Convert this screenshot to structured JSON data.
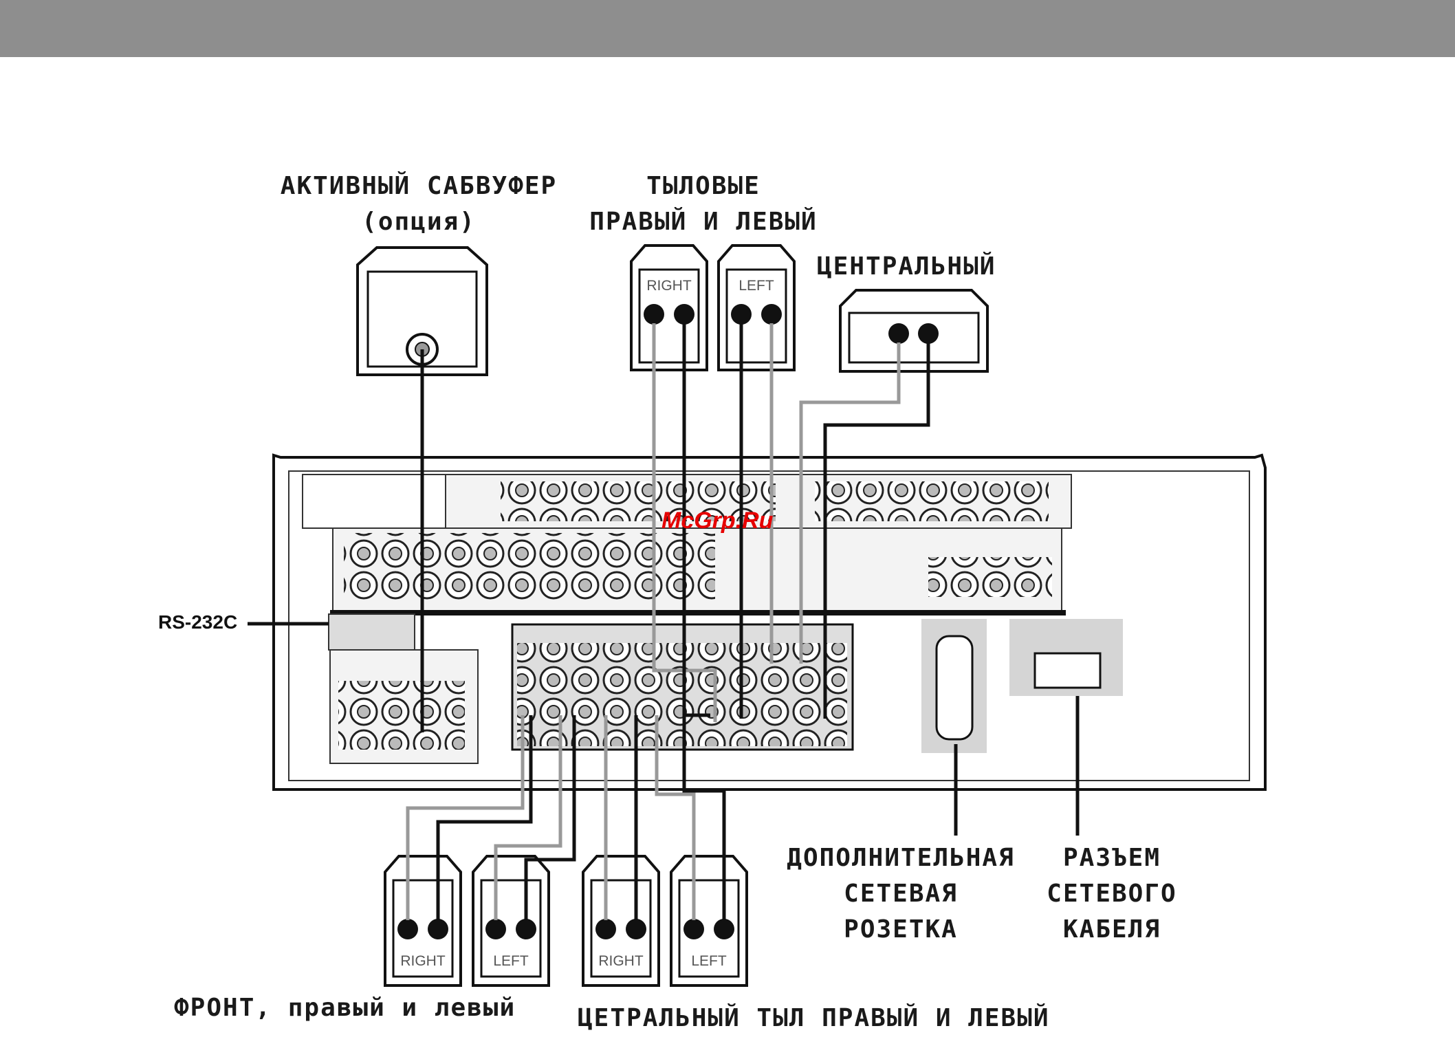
{
  "labels": {
    "subwoofer": [
      "АКТИВНЫЙ САБВУФЕР",
      "(опция)"
    ],
    "rear_top": [
      "ТЫЛОВЫЕ",
      "ПРАВЫЙ И ЛЕВЫЙ"
    ],
    "center": "ЦЕНТРАЛЬНЫЙ",
    "rs232c": "RS-232C",
    "watermark": "McGrp.Ru",
    "ac_outlet": [
      "ДОПОЛНИТЕЛЬНАЯ",
      "СЕТЕВАЯ",
      "РОЗЕТКА"
    ],
    "ac_inlet": [
      "РАЗЪЕМ",
      "СЕТЕВОГО",
      "КАБЕЛЯ"
    ],
    "front": "ФРОНТ, правый и левый",
    "center_rear": "ЦЕТРАЛЬНЫЙ ТЫЛ ПРАВЫЙ И ЛЕВЫЙ"
  },
  "speakers": {
    "rear_right": "RIGHT",
    "rear_left": "LEFT",
    "front_right": "RIGHT",
    "front_left": "LEFT",
    "center_rear_right": "RIGHT",
    "center_rear_left": "LEFT"
  },
  "colors": {
    "topbar": "#8e8e8e",
    "line": "#111111",
    "watermark": "#e60000"
  }
}
